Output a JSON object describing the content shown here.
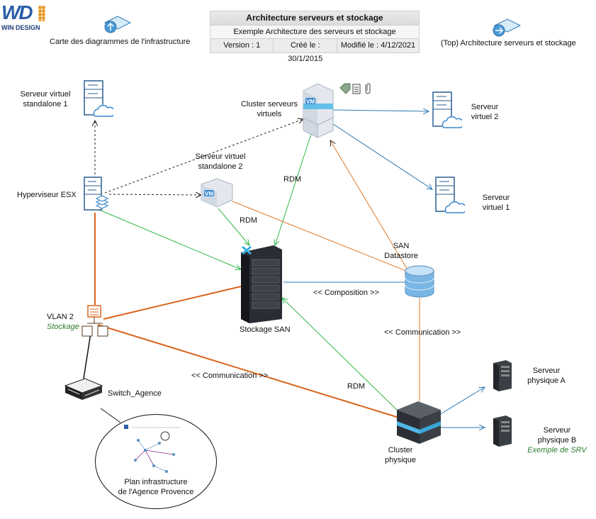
{
  "logo": {
    "letters": "WD",
    "name": "WIN DESIGN"
  },
  "header": {
    "title": "Architecture serveurs et stockage",
    "subtitle": "Exemple Architecture des serveurs et stockage",
    "version": "Version : 1",
    "created": "Créé le : 30/1/2015",
    "modified": "Modifié le : 4/12/2021"
  },
  "nav": {
    "up_label": "Carte des diagrammes de l'infrastructure",
    "top_label": "(Top) Architecture serveurs et stockage"
  },
  "nodes": {
    "sv_standalone1": [
      "Serveur virtuel",
      "standalone 1"
    ],
    "hyperviseur": "Hyperviseur ESX",
    "cluster_virtuels": [
      "Cluster serveurs",
      "virtuels"
    ],
    "sv_standalone2": [
      "Serveur virtuel",
      "standalone 2"
    ],
    "sv2": [
      "Serveur",
      "virtuel 2"
    ],
    "sv1": [
      "Serveur",
      "virtuel 1"
    ],
    "vlan": "VLAN 2",
    "vlan_sub": "Stockage",
    "stockage_san": "Stockage SAN",
    "san_datastore": [
      "SAN",
      "Datastore"
    ],
    "switch": "Switch_Agence",
    "plan": [
      "Plan infrastructure",
      "de l'Agence Provence"
    ],
    "cluster_physique": [
      "Cluster",
      "physique"
    ],
    "spa": [
      "Serveur",
      "physique A"
    ],
    "spb": [
      "Serveur",
      "physique B"
    ],
    "spb_sub": "Exemple de SRV"
  },
  "links": {
    "rdm1": "RDM",
    "rdm2": "RDM",
    "rdm3": "RDM",
    "composition": "<< Composition >>",
    "communication1": "<< Communication >>",
    "communication2": "<< Communication >>"
  },
  "colors": {
    "blue": "#2a7ab8",
    "green": "#33b84a",
    "orange": "#e07b2a",
    "dark_orange": "#d9651c",
    "vlan_sub": "#2e7d32"
  }
}
